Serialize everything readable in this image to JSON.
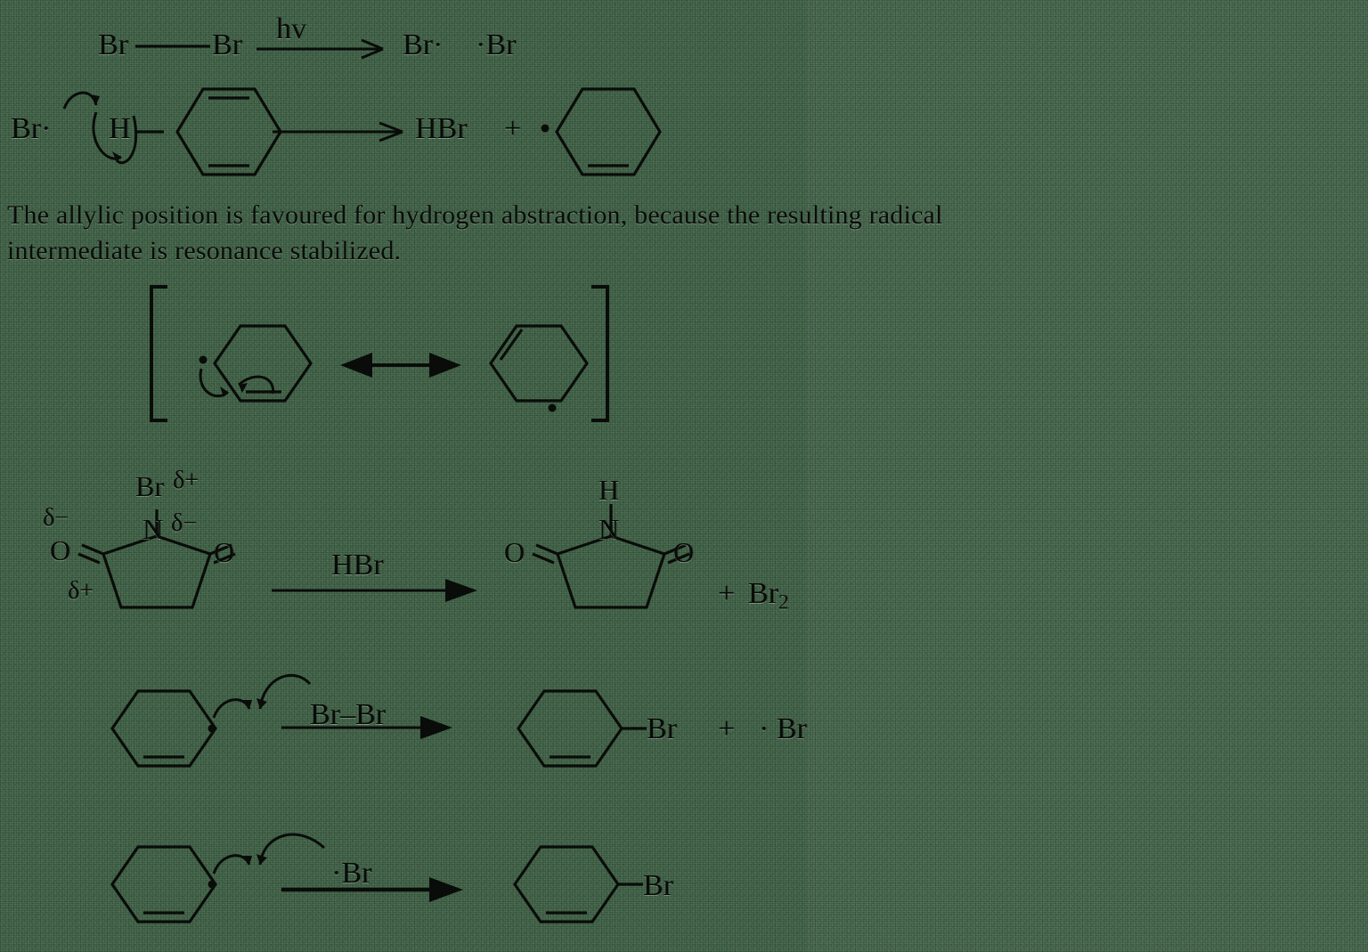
{
  "page": {
    "background_color": "#4e7355",
    "ink_color": "#0a0e0a",
    "topic": "Allylic bromination radical mechanism (NBS)"
  },
  "prose": {
    "line1": "The allylic position is favoured for hydrogen abstraction, because the resulting radical",
    "line2": "intermediate is resonance stabilized."
  },
  "step1": {
    "name": "initiation",
    "reactant_left": "Br",
    "reactant_right": "Br",
    "arrow_label": "hv",
    "product_left": "Br·",
    "product_right": "·Br"
  },
  "step2": {
    "name": "hydrogen-abstraction",
    "bromine_radical": "Br·",
    "abstracted_hydrogen": "H",
    "product_hbr": "HBr",
    "plus": "+",
    "radical_dot": "·"
  },
  "step3": {
    "name": "resonance-stabilized-allyl-radical",
    "bracket_left": "[",
    "bracket_right": "]",
    "arrow": "double-headed-resonance-arrow"
  },
  "step4": {
    "name": "nbs-regenerates-bromine",
    "nbs_labels": {
      "br": "Br",
      "br_delta": "δ+",
      "n": "N",
      "n_delta": "δ−",
      "o_left": "O",
      "o_left_delta": "δ−",
      "o_right": "O",
      "ring_delta": "δ+"
    },
    "arrow_label": "HBr",
    "product_labels": {
      "h": "H",
      "n": "N",
      "o_left": "O",
      "o_right": "O"
    },
    "byproduct_plus": "+",
    "byproduct": "Br",
    "byproduct_sub": "2"
  },
  "step5": {
    "name": "radical-abstracts-bromine-from-br2",
    "radical_dot": "·",
    "arrow_label": "Br–Br",
    "product_br": "Br",
    "plus": "+",
    "byproduct": "· Br"
  },
  "step6": {
    "name": "radical-combines-with-bromine-radical",
    "radical_dot": "·",
    "arrow_label": "·Br",
    "product_br": "Br"
  }
}
